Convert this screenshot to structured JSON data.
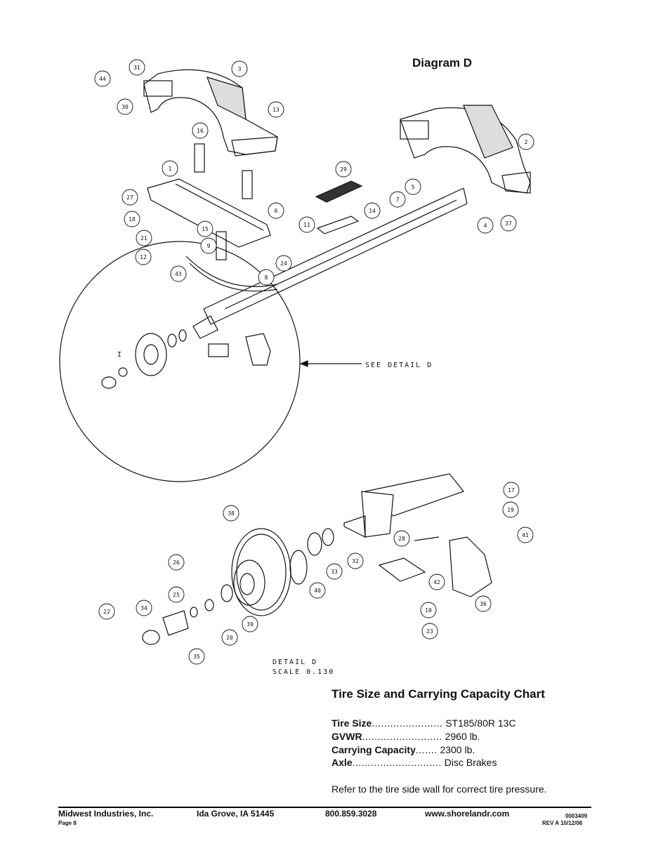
{
  "diagram": {
    "title": "Diagram D",
    "callout": "SEE DETAIL D",
    "detail_label": "DETAIL D",
    "detail_scale": "SCALE 0.130",
    "detail_letter": "I",
    "upper_balloons": [
      "44",
      "31",
      "30",
      "3",
      "13",
      "16",
      "2",
      "29",
      "1",
      "27",
      "18",
      "21",
      "12",
      "43",
      "15",
      "9",
      "6",
      "24",
      "8",
      "5",
      "7",
      "14",
      "11",
      "4",
      "37"
    ],
    "detail_balloons": [
      "38",
      "26",
      "25",
      "34",
      "22",
      "35",
      "20",
      "39",
      "40",
      "33",
      "32",
      "28",
      "17",
      "19",
      "41",
      "42",
      "10",
      "23",
      "36"
    ]
  },
  "capacity": {
    "title": "Tire Size and Carrying Capacity Chart",
    "rows": [
      {
        "label": "Tire Size",
        "dots": ".......................",
        "value": "ST185/80R 13C"
      },
      {
        "label": "GVWR",
        "dots": "..........................",
        "value": "2960 lb."
      },
      {
        "label": "Carrying Capacity",
        "dots": ".......",
        "value": "2300 lb."
      },
      {
        "label": "Axle",
        "dots": ".............................",
        "value": "Disc Brakes"
      }
    ],
    "note": "Refer to the tire side wall for correct tire pressure."
  },
  "footer": {
    "company": "Midwest Industries, Inc.",
    "city": "Ida Grove, IA  51445",
    "phone": "800.859.3028",
    "website": "www.shorelandr.com",
    "page": "Page 8",
    "doc_number": "0003409",
    "revision": "REV A  10/12/06"
  }
}
